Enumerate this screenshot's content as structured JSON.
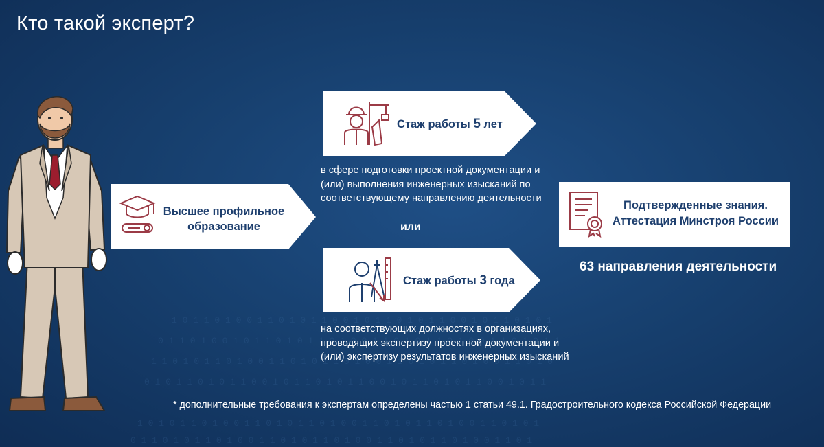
{
  "title": "Кто такой эксперт?",
  "education": {
    "label_line1": "Высшее профильное",
    "label_line2": "образование",
    "icon": "graduation-cap-diploma-icon"
  },
  "experience_5": {
    "label": "Стаж работы",
    "number": "5",
    "unit": "лет",
    "icon": "engineer-builder-icon",
    "description": [
      "в сфере подготовки проектной документации и",
      "(или) выполнения инженерных изысканий по",
      "соответствующему направлению деятельности"
    ]
  },
  "or_label": "или",
  "experience_3": {
    "label": "Стаж работы",
    "number": "3",
    "unit": "года",
    "icon": "engineer-tools-icon",
    "description": [
      "на соответствующих должностях в организациях,",
      "проводящих экспертизу проектной документации и",
      "(или) экспертизу результатов инженерных изысканий"
    ]
  },
  "certification": {
    "line1": "Подтвержденные знания.",
    "line2": "Аттестация Минстроя России",
    "icon": "certificate-icon"
  },
  "directions": "63 направления деятельности",
  "footnote": "* дополнительные требования к экспертам определены частью 1 статьи 49.1. Градостроительного кодекса Российской Федерации",
  "colors": {
    "background": "#17406f",
    "box_text": "#1e3f6e",
    "icon_red": "#9b3b46",
    "suit": "#d7c8b6"
  }
}
